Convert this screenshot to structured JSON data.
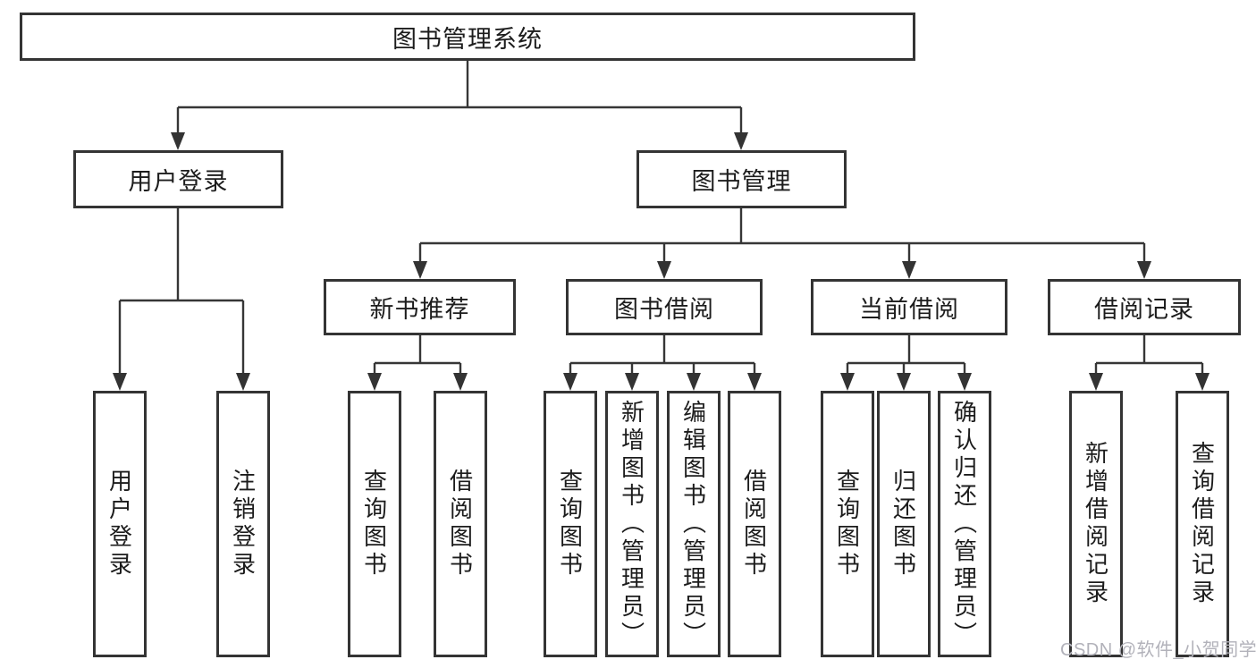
{
  "colors": {
    "background": "#ffffff",
    "box_border": "#343434",
    "connector_line": "#363636",
    "arrowhead": "#333333",
    "text": "#1c1c1c",
    "watermark_text": "#b2b2ba"
  },
  "watermark": {
    "text": "CSDN @软件_小贺同学"
  },
  "tree": {
    "label": "图书管理系统",
    "children": [
      {
        "label": "用户登录",
        "children": [
          {
            "label": "用户登录"
          },
          {
            "label": "注销登录"
          }
        ]
      },
      {
        "label": "图书管理",
        "children": [
          {
            "label": "新书推荐",
            "children": [
              {
                "label": "查询图书"
              },
              {
                "label": "借阅图书"
              }
            ]
          },
          {
            "label": "图书借阅",
            "children": [
              {
                "label": "查询图书"
              },
              {
                "label": "新增图书（管理员）"
              },
              {
                "label": "编辑图书（管理员）"
              },
              {
                "label": "借阅图书"
              }
            ]
          },
          {
            "label": "当前借阅",
            "children": [
              {
                "label": "查询图书"
              },
              {
                "label": "归还图书"
              },
              {
                "label": "确认归还（管理员）"
              }
            ]
          },
          {
            "label": "借阅记录",
            "children": [
              {
                "label": "新增借阅记录"
              },
              {
                "label": "查询借阅记录"
              }
            ]
          }
        ]
      }
    ]
  }
}
